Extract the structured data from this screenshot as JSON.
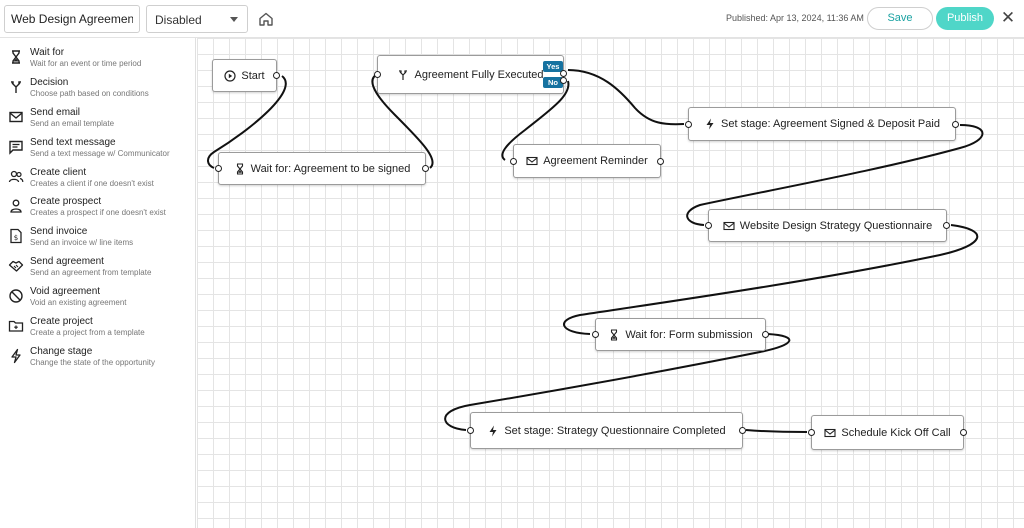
{
  "header": {
    "workflow_name": "Web Design Agreement Se",
    "status_value": "Disabled",
    "published_text": "Published: Apr 13, 2024, 11:36 AM",
    "save_label": "Save",
    "publish_label": "Publish",
    "close_glyph": "✕"
  },
  "sidebar": {
    "items": [
      {
        "icon": "hourglass-icon",
        "title": "Wait for",
        "desc": "Wait for an event or time period"
      },
      {
        "icon": "fork-icon",
        "title": "Decision",
        "desc": "Choose path based on conditions"
      },
      {
        "icon": "envelope-icon",
        "title": "Send email",
        "desc": "Send an email template"
      },
      {
        "icon": "message-icon",
        "title": "Send text message",
        "desc": "Send a text message w/ Communicator"
      },
      {
        "icon": "users-icon",
        "title": "Create client",
        "desc": "Creates a client if one doesn't exist"
      },
      {
        "icon": "user-icon",
        "title": "Create prospect",
        "desc": "Creates a prospect if one doesn't exist"
      },
      {
        "icon": "invoice-icon",
        "title": "Send invoice",
        "desc": "Send an invoice w/ line items"
      },
      {
        "icon": "handshake-icon",
        "title": "Send agreement",
        "desc": "Send an agreement from template"
      },
      {
        "icon": "ban-icon",
        "title": "Void agreement",
        "desc": "Void an existing agreement"
      },
      {
        "icon": "folder-icon",
        "title": "Create project",
        "desc": "Create a project from a template"
      },
      {
        "icon": "lightning-icon",
        "title": "Change stage",
        "desc": "Change the state of the opportunity"
      }
    ]
  },
  "canvas": {
    "nodes": {
      "start": {
        "label": "Start",
        "icon": "play-icon"
      },
      "agreement_executed": {
        "label": "Agreement Fully Executed",
        "icon": "fork-icon"
      },
      "wait_signed": {
        "label": "Wait for: Agreement to be signed",
        "icon": "hourglass-icon"
      },
      "agreement_reminder": {
        "label": "Agreement Reminder",
        "icon": "envelope-icon"
      },
      "set_stage_signed": {
        "label": "Set stage: Agreement Signed & Deposit Paid",
        "icon": "lightning-icon"
      },
      "questionnaire": {
        "label": "Website Design Strategy Questionnaire",
        "icon": "envelope-icon"
      },
      "wait_form": {
        "label": "Wait for: Form submission",
        "icon": "hourglass-icon"
      },
      "set_stage_completed": {
        "label": "Set stage: Strategy Questionnaire Completed",
        "icon": "lightning-icon"
      },
      "kickoff": {
        "label": "Schedule Kick Off Call",
        "icon": "envelope-icon"
      }
    },
    "decision_badges": {
      "yes": "Yes",
      "no": "No"
    }
  },
  "colors": {
    "accent_teal": "#4fd6c8",
    "save_text": "#1aa2a2",
    "badge_blue": "#1672a0",
    "edge": "#111111"
  }
}
